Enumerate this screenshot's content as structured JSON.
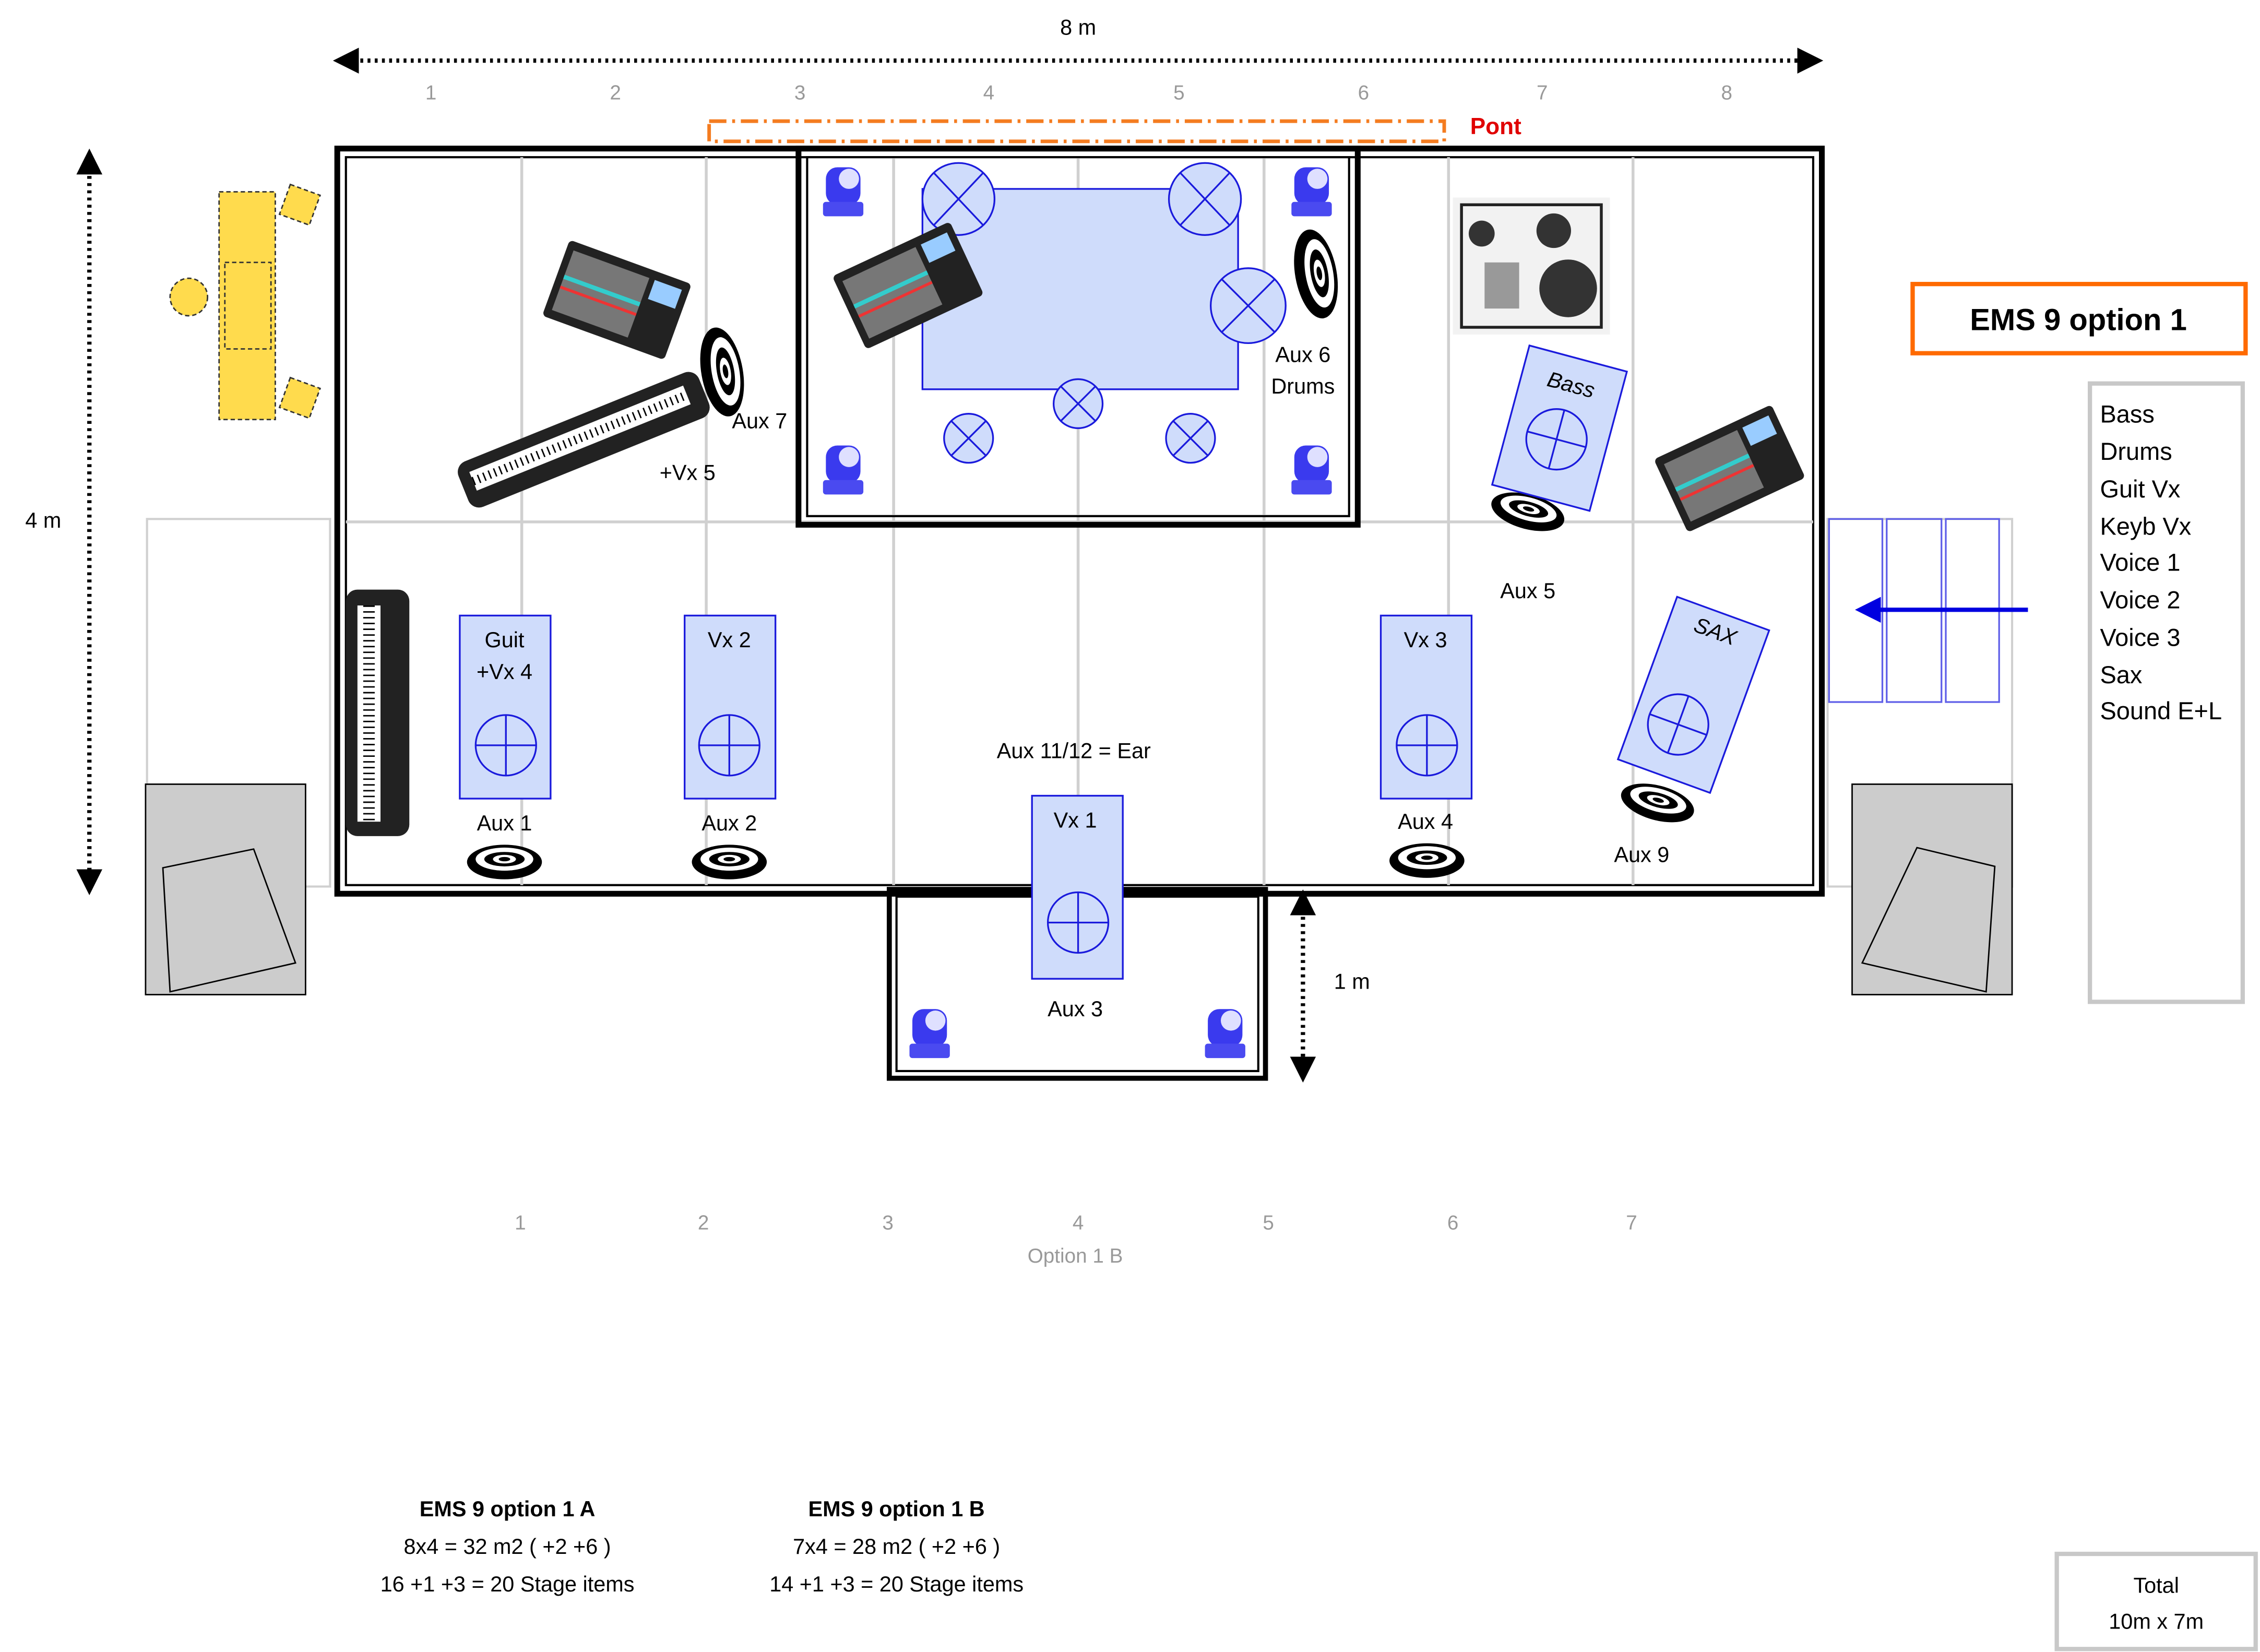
{
  "dimensions": {
    "width_label": "8 m",
    "depth_label": "4 m",
    "front_label": "1 m"
  },
  "columns_top": [
    "1",
    "2",
    "3",
    "4",
    "5",
    "6",
    "7",
    "8"
  ],
  "columns_bottom": [
    "1",
    "2",
    "3",
    "4",
    "5",
    "6",
    "7"
  ],
  "option_b_label": "Option 1 B",
  "pont_label": "Pont",
  "title": "EMS 9 option 1",
  "inputs_list": [
    "Bass",
    "Drums",
    "Guit Vx",
    "Keyb Vx",
    "Voice 1",
    "Voice 2",
    "Voice 3",
    "Sax",
    "Sound E+L"
  ],
  "stage_labels": {
    "aux7": "Aux 7",
    "vx5": "+Vx 5",
    "aux6": "Aux 6",
    "drums": "Drums",
    "bass": "Bass",
    "aux5": "Aux 5",
    "sax": "SAX",
    "guit_l1": "Guit",
    "guit_l2": "+Vx 4",
    "vx2": "Vx 2",
    "vx3": "Vx 3",
    "vx1": "Vx 1",
    "ear": "Aux 11/12 = Ear",
    "aux1": "Aux 1",
    "aux2": "Aux 2",
    "aux4": "Aux 4",
    "aux9": "Aux 9",
    "aux3": "Aux 3"
  },
  "summary_a": {
    "title": "EMS 9 option 1 A",
    "line1": "8x4 = 32 m2 ( +2 +6 )",
    "line2": "16 +1 +3 = 20 Stage items"
  },
  "summary_b": {
    "title": "EMS 9 option 1 B",
    "line1": "7x4 = 28 m2 ( +2 +6 )",
    "line2": "14 +1 +3 = 20 Stage items"
  },
  "total": {
    "label": "Total",
    "value": "10m x 7m"
  },
  "colors": {
    "accent_orange": "#ff6a00",
    "pont_red": "#e00000",
    "riser_blue": "#cfdcfb",
    "line_blue": "#1a1adc",
    "yellow": "#ffdb4d"
  }
}
